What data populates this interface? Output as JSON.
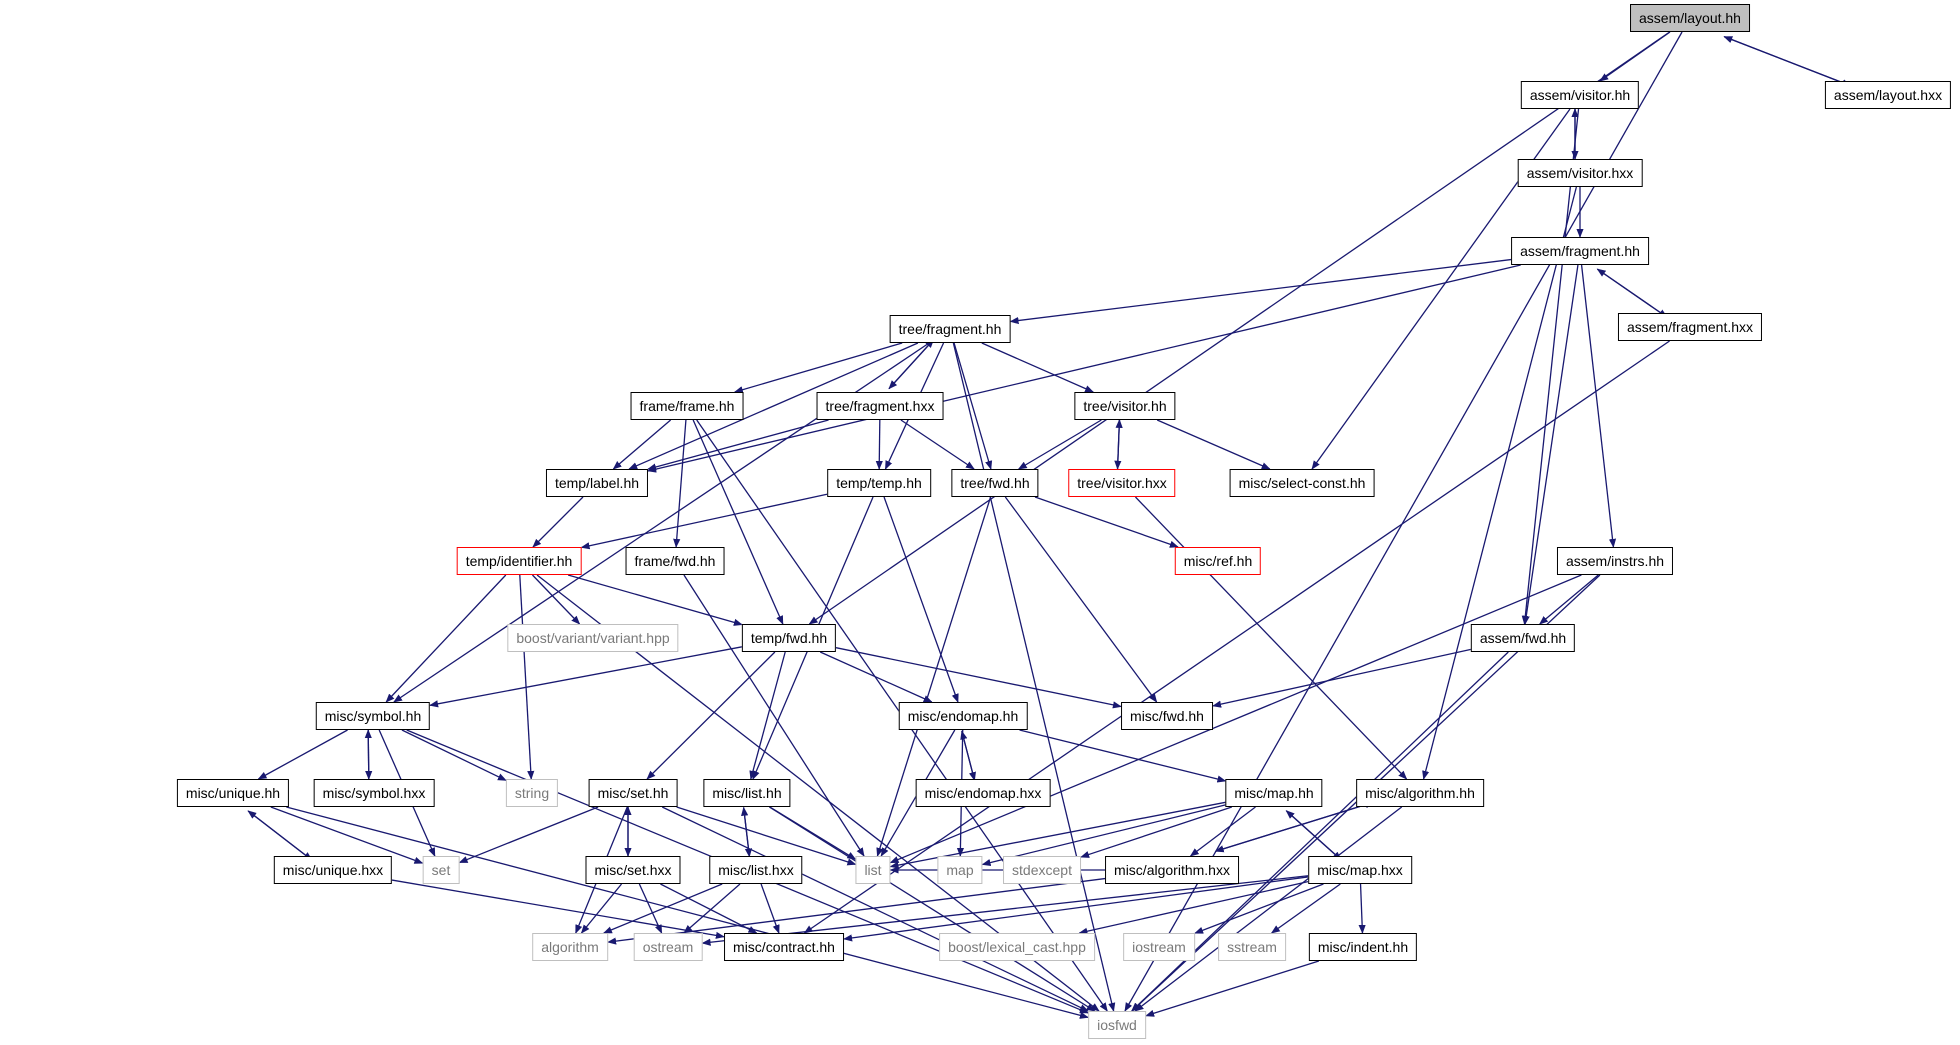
{
  "colors": {
    "edge": "#191970",
    "local_border": "#000000",
    "system_border": "#bfbfbf",
    "undocumented_border": "#ff0000",
    "root_fill": "#bfbfbf"
  },
  "nodes": [
    {
      "id": "layout_hh",
      "label": "assem/layout.hh",
      "kind": "root"
    },
    {
      "id": "layout_hxx",
      "label": "assem/layout.hxx",
      "kind": "local"
    },
    {
      "id": "visitor_hh",
      "label": "assem/visitor.hh",
      "kind": "local"
    },
    {
      "id": "visitor_hxx",
      "label": "assem/visitor.hxx",
      "kind": "local"
    },
    {
      "id": "afragment_hh",
      "label": "assem/fragment.hh",
      "kind": "local"
    },
    {
      "id": "afragment_hxx",
      "label": "assem/fragment.hxx",
      "kind": "local"
    },
    {
      "id": "tfragment_hh",
      "label": "tree/fragment.hh",
      "kind": "local"
    },
    {
      "id": "frame_hh",
      "label": "frame/frame.hh",
      "kind": "local"
    },
    {
      "id": "tfragment_hxx",
      "label": "tree/fragment.hxx",
      "kind": "local"
    },
    {
      "id": "tvisitor_hh",
      "label": "tree/visitor.hh",
      "kind": "local"
    },
    {
      "id": "label_hh",
      "label": "temp/label.hh",
      "kind": "local"
    },
    {
      "id": "temp_hh",
      "label": "temp/temp.hh",
      "kind": "local"
    },
    {
      "id": "tfwd_hh",
      "label": "tree/fwd.hh",
      "kind": "local"
    },
    {
      "id": "tvisitor_hxx",
      "label": "tree/visitor.hxx",
      "kind": "undocumented"
    },
    {
      "id": "selectconst_hh",
      "label": "misc/select-const.hh",
      "kind": "local"
    },
    {
      "id": "identifier_hh",
      "label": "temp/identifier.hh",
      "kind": "undocumented"
    },
    {
      "id": "ffwd_hh",
      "label": "frame/fwd.hh",
      "kind": "local"
    },
    {
      "id": "ref_hh",
      "label": "misc/ref.hh",
      "kind": "undocumented"
    },
    {
      "id": "instrs_hh",
      "label": "assem/instrs.hh",
      "kind": "local"
    },
    {
      "id": "variant_hpp",
      "label": "boost/variant/variant.hpp",
      "kind": "system"
    },
    {
      "id": "tempfwd_hh",
      "label": "temp/fwd.hh",
      "kind": "local"
    },
    {
      "id": "afwd_hh",
      "label": "assem/fwd.hh",
      "kind": "local"
    },
    {
      "id": "symbol_hh",
      "label": "misc/symbol.hh",
      "kind": "local"
    },
    {
      "id": "endomap_hh",
      "label": "misc/endomap.hh",
      "kind": "local"
    },
    {
      "id": "mfwd_hh",
      "label": "misc/fwd.hh",
      "kind": "local"
    },
    {
      "id": "unique_hh",
      "label": "misc/unique.hh",
      "kind": "local"
    },
    {
      "id": "symbol_hxx",
      "label": "misc/symbol.hxx",
      "kind": "local"
    },
    {
      "id": "string",
      "label": "string",
      "kind": "system"
    },
    {
      "id": "set_hh",
      "label": "misc/set.hh",
      "kind": "local"
    },
    {
      "id": "list_hh",
      "label": "misc/list.hh",
      "kind": "local"
    },
    {
      "id": "endomap_hxx",
      "label": "misc/endomap.hxx",
      "kind": "local"
    },
    {
      "id": "map_hh",
      "label": "misc/map.hh",
      "kind": "local"
    },
    {
      "id": "algorithm_hh",
      "label": "misc/algorithm.hh",
      "kind": "local"
    },
    {
      "id": "unique_hxx",
      "label": "misc/unique.hxx",
      "kind": "local"
    },
    {
      "id": "set",
      "label": "set",
      "kind": "system"
    },
    {
      "id": "set_hxx",
      "label": "misc/set.hxx",
      "kind": "local"
    },
    {
      "id": "list_hxx",
      "label": "misc/list.hxx",
      "kind": "local"
    },
    {
      "id": "list",
      "label": "list",
      "kind": "system"
    },
    {
      "id": "map",
      "label": "map",
      "kind": "system"
    },
    {
      "id": "stdexcept",
      "label": "stdexcept",
      "kind": "system"
    },
    {
      "id": "algorithm_hxx",
      "label": "misc/algorithm.hxx",
      "kind": "local"
    },
    {
      "id": "map_hxx",
      "label": "misc/map.hxx",
      "kind": "local"
    },
    {
      "id": "algorithm",
      "label": "algorithm",
      "kind": "system"
    },
    {
      "id": "ostream",
      "label": "ostream",
      "kind": "system"
    },
    {
      "id": "contract_hh",
      "label": "misc/contract.hh",
      "kind": "local"
    },
    {
      "id": "lexical_cast",
      "label": "boost/lexical_cast.hpp",
      "kind": "system"
    },
    {
      "id": "iostream",
      "label": "iostream",
      "kind": "system"
    },
    {
      "id": "sstream",
      "label": "sstream",
      "kind": "system"
    },
    {
      "id": "indent_hh",
      "label": "misc/indent.hh",
      "kind": "local"
    },
    {
      "id": "iosfwd",
      "label": "iosfwd",
      "kind": "system"
    }
  ],
  "edges": [
    [
      "layout_hh",
      "visitor_hh"
    ],
    [
      "layout_hh",
      "layout_hxx"
    ],
    [
      "layout_hxx",
      "layout_hh"
    ],
    [
      "layout_hh",
      "tempfwd_hh"
    ],
    [
      "layout_hh",
      "iosfwd"
    ],
    [
      "visitor_hh",
      "visitor_hxx"
    ],
    [
      "visitor_hxx",
      "visitor_hh"
    ],
    [
      "visitor_hh",
      "selectconst_hh"
    ],
    [
      "visitor_hh",
      "afwd_hh"
    ],
    [
      "visitor_hxx",
      "afragment_hh"
    ],
    [
      "visitor_hxx",
      "algorithm_hh"
    ],
    [
      "afragment_hh",
      "tfragment_hh"
    ],
    [
      "afragment_hh",
      "label_hh"
    ],
    [
      "afragment_hh",
      "afragment_hxx"
    ],
    [
      "afragment_hxx",
      "afragment_hh"
    ],
    [
      "afragment_hh",
      "afwd_hh"
    ],
    [
      "afragment_hh",
      "instrs_hh"
    ],
    [
      "afragment_hxx",
      "contract_hh"
    ],
    [
      "tfragment_hh",
      "frame_hh"
    ],
    [
      "tfragment_hh",
      "tfragment_hxx"
    ],
    [
      "tfragment_hxx",
      "tfragment_hh"
    ],
    [
      "tfragment_hh",
      "tvisitor_hh"
    ],
    [
      "tfragment_hh",
      "label_hh"
    ],
    [
      "tfragment_hh",
      "temp_hh"
    ],
    [
      "tfragment_hh",
      "tfwd_hh"
    ],
    [
      "tfragment_hh",
      "symbol_hh"
    ],
    [
      "tfragment_hh",
      "iosfwd"
    ],
    [
      "frame_hh",
      "label_hh"
    ],
    [
      "frame_hh",
      "ffwd_hh"
    ],
    [
      "frame_hh",
      "tempfwd_hh"
    ],
    [
      "frame_hh",
      "iosfwd"
    ],
    [
      "tfragment_hxx",
      "label_hh"
    ],
    [
      "tfragment_hxx",
      "temp_hh"
    ],
    [
      "tfragment_hxx",
      "tfwd_hh"
    ],
    [
      "tvisitor_hh",
      "tfwd_hh"
    ],
    [
      "tvisitor_hh",
      "tvisitor_hxx"
    ],
    [
      "tvisitor_hxx",
      "tvisitor_hh"
    ],
    [
      "tvisitor_hh",
      "selectconst_hh"
    ],
    [
      "tvisitor_hxx",
      "algorithm_hh"
    ],
    [
      "label_hh",
      "identifier_hh"
    ],
    [
      "temp_hh",
      "identifier_hh"
    ],
    [
      "temp_hh",
      "endomap_hh"
    ],
    [
      "temp_hh",
      "list_hh"
    ],
    [
      "tfwd_hh",
      "ref_hh"
    ],
    [
      "tfwd_hh",
      "mfwd_hh"
    ],
    [
      "tfwd_hh",
      "list"
    ],
    [
      "identifier_hh",
      "variant_hpp"
    ],
    [
      "identifier_hh",
      "tempfwd_hh"
    ],
    [
      "identifier_hh",
      "symbol_hh"
    ],
    [
      "identifier_hh",
      "string"
    ],
    [
      "identifier_hh",
      "iosfwd"
    ],
    [
      "ffwd_hh",
      "list"
    ],
    [
      "instrs_hh",
      "afwd_hh"
    ],
    [
      "instrs_hh",
      "list"
    ],
    [
      "instrs_hh",
      "iosfwd"
    ],
    [
      "afwd_hh",
      "mfwd_hh"
    ],
    [
      "afwd_hh",
      "iosfwd"
    ],
    [
      "tempfwd_hh",
      "symbol_hh"
    ],
    [
      "tempfwd_hh",
      "endomap_hh"
    ],
    [
      "tempfwd_hh",
      "mfwd_hh"
    ],
    [
      "tempfwd_hh",
      "set_hh"
    ],
    [
      "tempfwd_hh",
      "list_hh"
    ],
    [
      "symbol_hh",
      "unique_hh"
    ],
    [
      "symbol_hh",
      "symbol_hxx"
    ],
    [
      "symbol_hxx",
      "symbol_hh"
    ],
    [
      "symbol_hh",
      "string"
    ],
    [
      "symbol_hh",
      "set"
    ],
    [
      "symbol_hh",
      "iosfwd"
    ],
    [
      "unique_hh",
      "unique_hxx"
    ],
    [
      "unique_hxx",
      "unique_hh"
    ],
    [
      "unique_hh",
      "set"
    ],
    [
      "unique_hh",
      "iosfwd"
    ],
    [
      "unique_hxx",
      "contract_hh"
    ],
    [
      "endomap_hh",
      "endomap_hxx"
    ],
    [
      "endomap_hxx",
      "endomap_hh"
    ],
    [
      "endomap_hh",
      "map_hh"
    ],
    [
      "endomap_hh",
      "list"
    ],
    [
      "endomap_hh",
      "map"
    ],
    [
      "set_hh",
      "set_hxx"
    ],
    [
      "set_hxx",
      "set_hh"
    ],
    [
      "set_hh",
      "set"
    ],
    [
      "set_hh",
      "list"
    ],
    [
      "set_hh",
      "algorithm"
    ],
    [
      "set_hh",
      "iosfwd"
    ],
    [
      "set_hxx",
      "algorithm"
    ],
    [
      "set_hxx",
      "ostream"
    ],
    [
      "set_hxx",
      "contract_hh"
    ],
    [
      "list_hh",
      "list_hxx"
    ],
    [
      "list_hxx",
      "list_hh"
    ],
    [
      "list_hh",
      "list"
    ],
    [
      "list_hh",
      "iosfwd"
    ],
    [
      "list_hxx",
      "algorithm"
    ],
    [
      "list_hxx",
      "ostream"
    ],
    [
      "list_hxx",
      "contract_hh"
    ],
    [
      "map_hh",
      "map_hxx"
    ],
    [
      "map_hxx",
      "map_hh"
    ],
    [
      "map_hh",
      "list"
    ],
    [
      "map_hh",
      "map"
    ],
    [
      "map_hh",
      "stdexcept"
    ],
    [
      "map_hh",
      "algorithm_hxx"
    ],
    [
      "algorithm_hh",
      "algorithm_hxx"
    ],
    [
      "algorithm_hxx",
      "algorithm_hh"
    ],
    [
      "algorithm_hh",
      "iosfwd"
    ],
    [
      "algorithm_hxx",
      "algorithm"
    ],
    [
      "algorithm_hxx",
      "list"
    ],
    [
      "map_hxx",
      "contract_hh"
    ],
    [
      "map_hxx",
      "lexical_cast"
    ],
    [
      "map_hxx",
      "iostream"
    ],
    [
      "map_hxx",
      "sstream"
    ],
    [
      "map_hxx",
      "indent_hh"
    ],
    [
      "map_hxx",
      "ostream"
    ],
    [
      "indent_hh",
      "iosfwd"
    ]
  ]
}
